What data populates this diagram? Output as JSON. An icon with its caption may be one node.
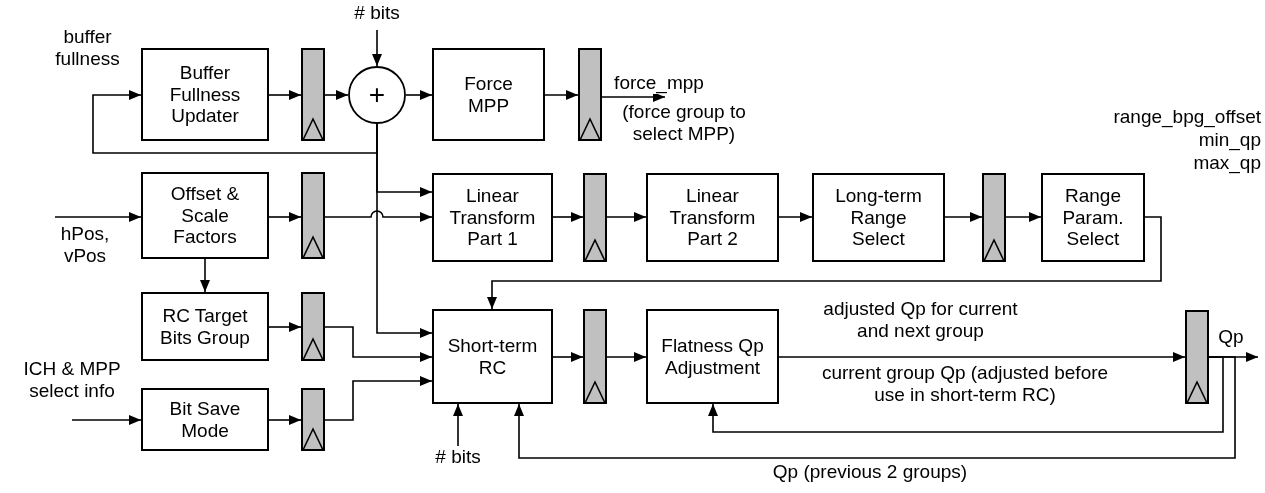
{
  "diagram": {
    "nodes": [
      {
        "text": [
          "Buffer Fullness Updater"
        ]
      },
      {
        "text": [],
        "shape": "bar"
      },
      {
        "text": [
          "+"
        ]
      },
      {
        "text": [
          "Force MPP"
        ]
      },
      {
        "text": [],
        "shape": "bar"
      },
      {
        "text": [
          "Offset & Scale Factors"
        ]
      },
      {
        "text": [],
        "shape": "bar"
      },
      {
        "text": [
          "Linear Transform Part 1"
        ]
      },
      {
        "text": [],
        "shape": "bar"
      },
      {
        "text": [
          "Linear Transform Part 2"
        ]
      },
      {
        "text": [
          "Long-term Range Select"
        ]
      },
      {
        "text": [],
        "shape": "bar"
      },
      {
        "text": [
          "Range Param. Select"
        ]
      },
      {
        "text": [
          "RC Target Bits Group"
        ]
      },
      {
        "text": [],
        "shape": "bar"
      },
      {
        "text": [
          "Bit Save Mode"
        ]
      },
      {
        "text": [],
        "shape": "bar"
      },
      {
        "text": [
          "Short-term RC"
        ]
      },
      {
        "text": [],
        "shape": "bar"
      },
      {
        "text": [
          "Flatness Qp Adjustment"
        ]
      },
      {
        "text": [],
        "shape": "bar"
      },
      {
        "text": [
          "# bits"
        ]
      },
      {
        "text": [
          "hPos, vPos"
        ]
      },
      {
        "text": [
          "ICH & MPP select info"
        ]
      },
      {
        "text": [
          "# bits"
        ]
      },
      {
        "text": [
          "(force group to select MPP)"
        ]
      }
    ],
    "edges": [
      {
        "from": 21,
        "to": 2,
        "arrow": "to"
      },
      {
        "from": 0,
        "to": 1,
        "arrow": "to"
      },
      {
        "from": 1,
        "to": 2,
        "arrow": "to"
      },
      {
        "from": 2,
        "to": 3,
        "arrow": "to"
      },
      {
        "from": 3,
        "to": 4,
        "arrow": "to"
      },
      {
        "from": 4,
        "to": 25,
        "arrow": "to",
        "label": "force_mpp"
      },
      {
        "from": 2,
        "to": 0,
        "arrow": "to",
        "label": "buffer fullness"
      },
      {
        "from": 2,
        "to": 7,
        "arrow": "to"
      },
      {
        "from": 2,
        "to": 17,
        "arrow": "to"
      },
      {
        "from": 22,
        "to": 5,
        "arrow": "to"
      },
      {
        "from": 5,
        "to": 6,
        "arrow": "to"
      },
      {
        "from": 6,
        "to": 7,
        "arrow": "to"
      },
      {
        "from": 5,
        "to": 13,
        "arrow": "to"
      },
      {
        "from": 7,
        "to": 8,
        "arrow": "to"
      },
      {
        "from": 8,
        "to": 9,
        "arrow": "to"
      },
      {
        "from": 9,
        "to": 10,
        "arrow": "to"
      },
      {
        "from": 10,
        "to": 11,
        "arrow": "to"
      },
      {
        "from": 11,
        "to": 12,
        "arrow": "to"
      },
      {
        "from": 12,
        "to": 17,
        "arrow": "to"
      },
      {
        "from": 13,
        "to": 14,
        "arrow": "to"
      },
      {
        "from": 14,
        "to": 17,
        "arrow": "to"
      },
      {
        "from": 23,
        "to": 15,
        "arrow": "to"
      },
      {
        "from": 15,
        "to": 16,
        "arrow": "to"
      },
      {
        "from": 16,
        "to": 17,
        "arrow": "to"
      },
      {
        "from": 24,
        "to": 17,
        "arrow": "to"
      },
      {
        "from": 17,
        "to": 18,
        "arrow": "to"
      },
      {
        "from": 18,
        "to": 19,
        "arrow": "to"
      },
      {
        "from": 19,
        "to": 20,
        "arrow": "to",
        "label": "adjusted Qp for current and next group"
      },
      {
        "from": 20,
        "to": null,
        "arrow": "to",
        "label": "Qp"
      },
      {
        "from": 20,
        "to": 19,
        "arrow": "to",
        "label": "current group Qp (adjusted before use in short-term RC)"
      },
      {
        "from": 20,
        "to": 17,
        "arrow": "to",
        "label": "Qp (previous 2 groups)"
      }
    ],
    "labels": [
      "range_bpg_offset",
      "min_qp",
      "max_qp"
    ]
  }
}
